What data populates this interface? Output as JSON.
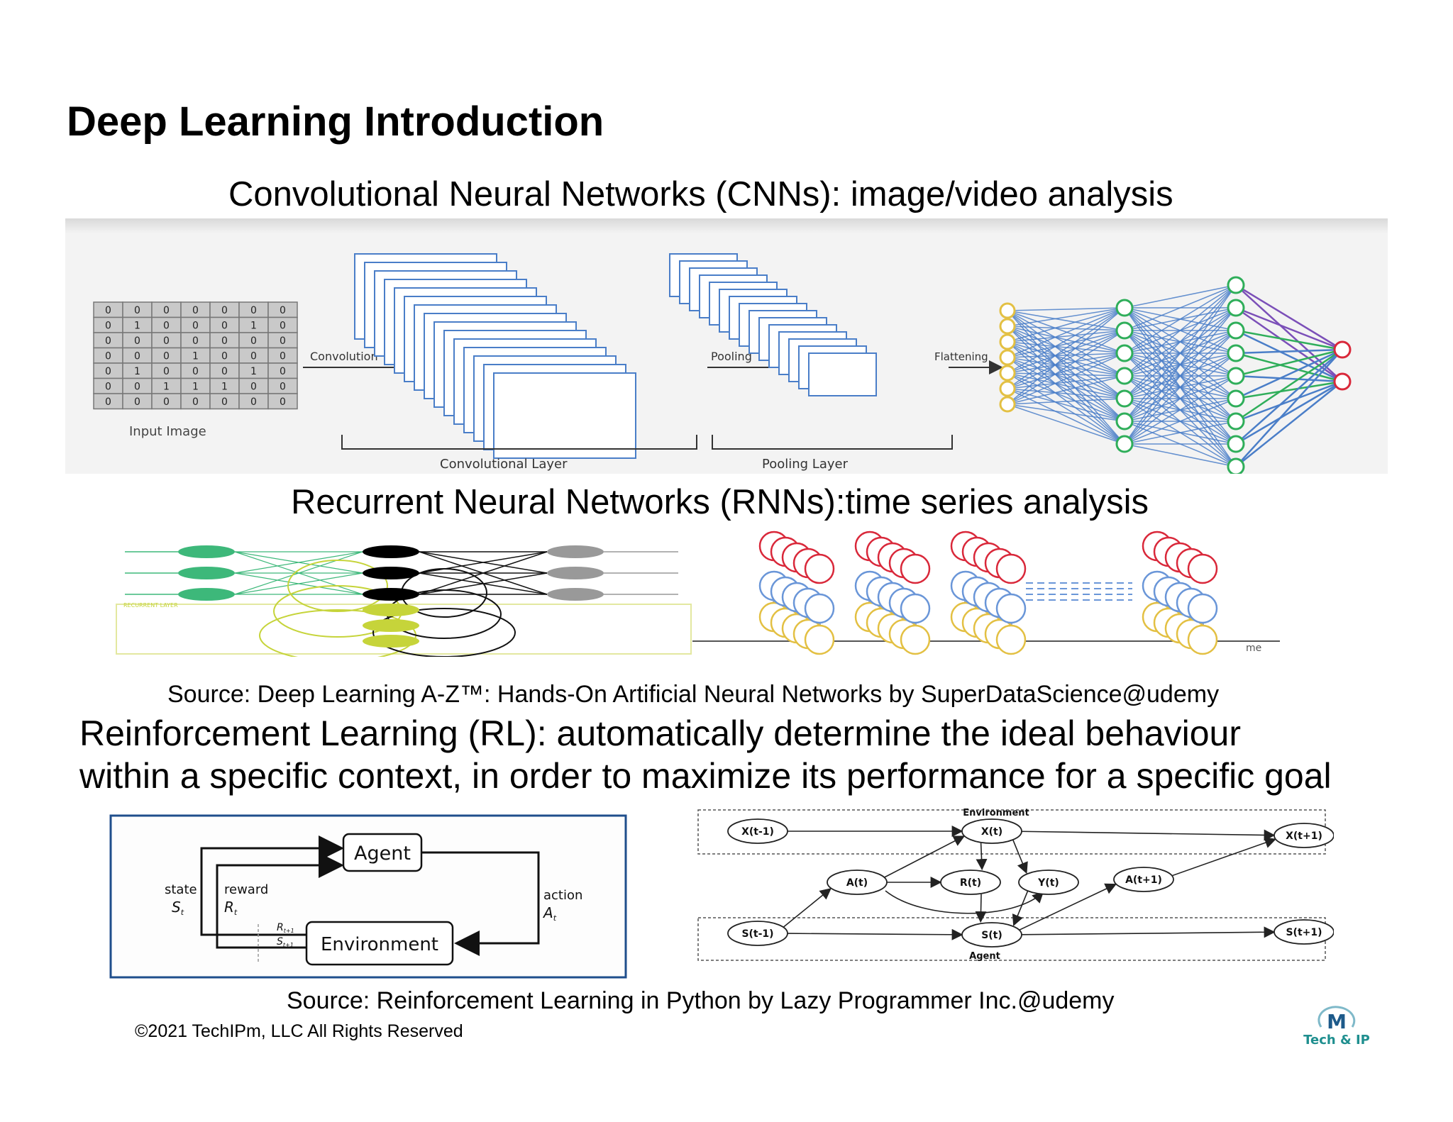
{
  "slide": {
    "title": "Deep Learning Introduction",
    "cnn_heading": "Convolutional Neural Networks (CNNs): image/video analysis",
    "rnn_heading": "Recurrent Neural Networks (RNNs):time series analysis",
    "source_1": "Source: Deep Learning A-Z™: Hands-On Artificial Neural Networks by SuperDataScience@udemy",
    "rl_line_1": "Reinforcement Learning (RL): automatically determine the ideal behaviour",
    "rl_line_2": "within a specific context, in order to maximize its performance for a specific goal",
    "source_2": "Source: Reinforcement Learning in Python by Lazy Programmer Inc.@udemy",
    "copyright": "©2021 TechIPm, LLC All Rights Reserved"
  },
  "cnn_diagram": {
    "input_grid": [
      [
        "0",
        "0",
        "0",
        "0",
        "0",
        "0",
        "0"
      ],
      [
        "0",
        "1",
        "0",
        "0",
        "0",
        "1",
        "0"
      ],
      [
        "0",
        "0",
        "0",
        "0",
        "0",
        "0",
        "0"
      ],
      [
        "0",
        "0",
        "0",
        "1",
        "0",
        "0",
        "0"
      ],
      [
        "0",
        "1",
        "0",
        "0",
        "0",
        "1",
        "0"
      ],
      [
        "0",
        "0",
        "1",
        "1",
        "1",
        "0",
        "0"
      ],
      [
        "0",
        "0",
        "0",
        "0",
        "0",
        "0",
        "0"
      ]
    ],
    "input_label": "Input Image",
    "convolution_label": "Convolution",
    "pooling_label": "Pooling",
    "flattening_label": "Flattening",
    "conv_layer_label": "Convolutional Layer",
    "pooling_layer_label": "Pooling Layer"
  },
  "rnn_diagram": {
    "recurrent_layer_label": "RECURRENT LAYER",
    "time_label": "me"
  },
  "rl_diagram": {
    "agent_label": "Agent",
    "environment_label": "Environment",
    "state_label": "state",
    "state_symbol": "S",
    "state_sub": "t",
    "reward_label": "reward",
    "reward_symbol": "R",
    "reward_sub": "t",
    "action_label": "action",
    "action_symbol": "A",
    "action_sub": "t",
    "next_reward": "R",
    "next_reward_sub": "t+1",
    "next_state": "S",
    "next_state_sub": "t+1"
  },
  "graph_diagram": {
    "environment_label": "Environment",
    "agent_label": "Agent",
    "nodes": {
      "x_prev": "X(t-1)",
      "x_t": "X(t)",
      "x_next": "X(t+1)",
      "a_t": "A(t)",
      "r_t": "R(t)",
      "y_t": "Y(t)",
      "a_next": "A(t+1)",
      "s_prev": "S(t-1)",
      "s_t": "S(t)",
      "s_next": "S(t+1)"
    }
  },
  "logo": {
    "letter": "M",
    "text": "Tech & IP"
  },
  "colors": {
    "cnn_blue": "#4a7ec8",
    "node_green": "#2fae5a",
    "node_yellow": "#e3c043",
    "node_red": "#d9283a",
    "rnn_green": "#3db87a",
    "rnn_lime": "#c6d43a",
    "rl_border": "#1f4e8c"
  }
}
